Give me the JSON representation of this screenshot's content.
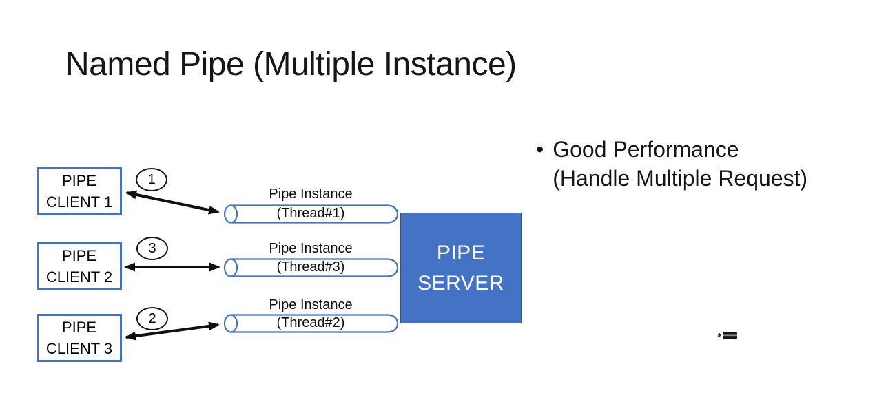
{
  "title": "Named Pipe (Multiple Instance)",
  "bullet": {
    "marker": "•",
    "line1": "Good Performance",
    "line2": "(Handle Multiple Request)"
  },
  "diagram": {
    "clients": [
      {
        "line1": "PIPE",
        "line2": "CLIENT 1",
        "step": "1"
      },
      {
        "line1": "PIPE",
        "line2": "CLIENT 2",
        "step": "3"
      },
      {
        "line1": "PIPE",
        "line2": "CLIENT 3",
        "step": "2"
      }
    ],
    "pipes": [
      {
        "label": "Pipe Instance",
        "thread": "(Thread#1)"
      },
      {
        "label": "Pipe Instance",
        "thread": "(Thread#3)"
      },
      {
        "label": "Pipe Instance",
        "thread": "(Thread#2)"
      }
    ],
    "server": {
      "line1": "PIPE",
      "line2": "SERVER"
    },
    "watermark_icon": "watermark-logo"
  },
  "colors": {
    "accent_blue": "#4472C4",
    "accent_blue_dark": "#2F5496",
    "ink": "#1a1a1a"
  }
}
